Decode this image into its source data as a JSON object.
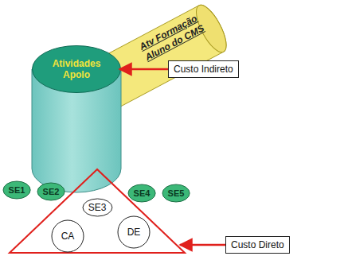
{
  "diagram": {
    "nodes": [
      {
        "text": [
          "Atv Formação Aluno do CMS"
        ]
      },
      {
        "text": [
          "Atividades Apolo"
        ]
      },
      {
        "text": [
          "Custo Indireto"
        ]
      },
      {
        "text": [
          "SE1"
        ]
      },
      {
        "text": [
          "SE2"
        ]
      },
      {
        "text": [
          "SE3"
        ]
      },
      {
        "text": [
          "SE4"
        ]
      },
      {
        "text": [
          "SE5"
        ]
      },
      {
        "text": [
          "CA"
        ]
      },
      {
        "text": [
          "DE"
        ]
      },
      {
        "text": [
          "Custo Direto"
        ]
      }
    ],
    "edges": [
      {
        "from": 2,
        "to": 1,
        "arrow": "to"
      }
    ]
  }
}
